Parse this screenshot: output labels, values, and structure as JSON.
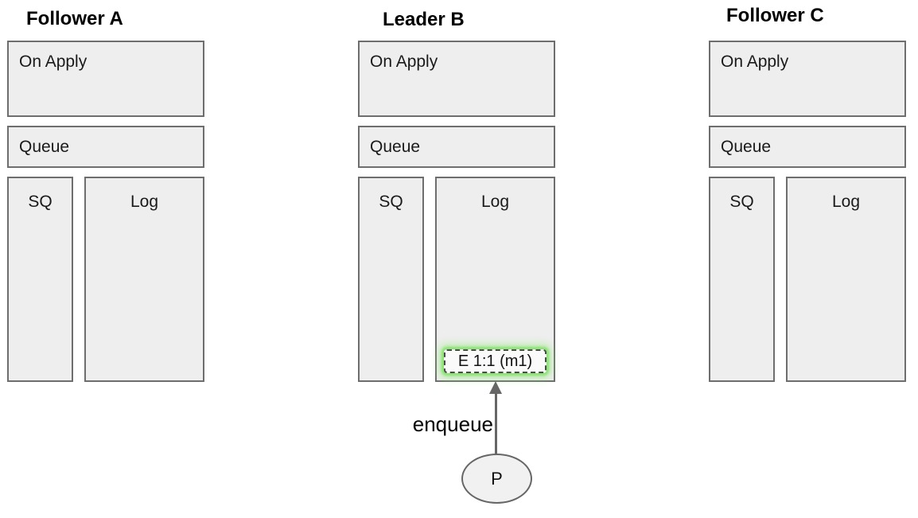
{
  "diagram": {
    "columns": [
      {
        "title": "Follower A",
        "boxes": {
          "on_apply": "On Apply",
          "queue": "Queue",
          "sq": "SQ",
          "log": "Log"
        },
        "entries": []
      },
      {
        "title": "Leader B",
        "boxes": {
          "on_apply": "On Apply",
          "queue": "Queue",
          "sq": "SQ",
          "log": "Log"
        },
        "entries": [
          {
            "label": "E 1:1 (m1)",
            "highlight": true
          }
        ]
      },
      {
        "title": "Follower C",
        "boxes": {
          "on_apply": "On Apply",
          "queue": "Queue",
          "sq": "SQ",
          "log": "Log"
        },
        "entries": []
      }
    ],
    "edge": {
      "label": "enqueue"
    },
    "producer": {
      "label": "P"
    },
    "colors": {
      "box_fill": "#eeeeee",
      "box_border": "#6e6e6e",
      "entry_border": "#4a4a4a",
      "highlight_glow": "#8ce06e",
      "arrow": "#666666",
      "text": "#111111"
    }
  }
}
